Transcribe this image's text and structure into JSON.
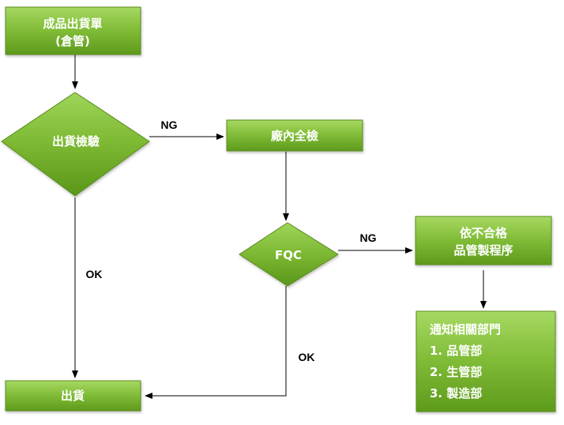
{
  "diagram": {
    "nodes": {
      "start": {
        "line1": "成品出貨單",
        "line2": "(倉管)"
      },
      "inspect": {
        "label": "出貨檢驗"
      },
      "full_check": {
        "label": "廠內全檢"
      },
      "fqc": {
        "label": "FQC"
      },
      "procedure": {
        "line1": "依不合格",
        "line2": "品管製程序"
      },
      "notify": {
        "title": "通知相關部門",
        "items": [
          "1. 品管部",
          "2. 生管部",
          "3. 製造部"
        ]
      },
      "ship": {
        "label": "出貨"
      }
    },
    "edges": {
      "inspect_ng": "NG",
      "inspect_ok": "OK",
      "fqc_ng": "NG",
      "fqc_ok": "OK"
    },
    "colors": {
      "fill_top": "#9fd35a",
      "fill_bottom": "#5f9a1e",
      "stroke": "#4f7f18",
      "arrow": "#000000"
    }
  }
}
